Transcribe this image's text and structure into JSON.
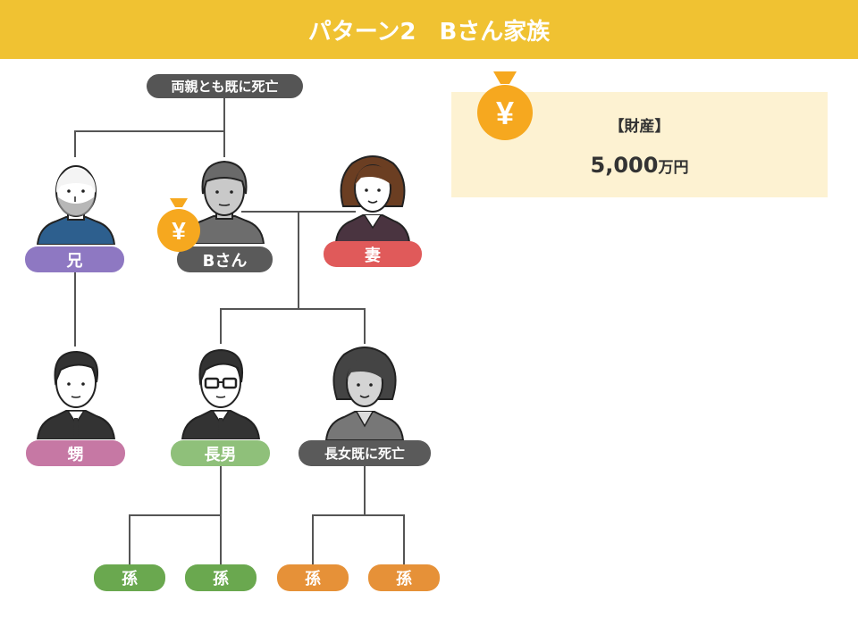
{
  "title": "パターン2　Bさん家族",
  "labels": {
    "parents": "両親とも既に死亡",
    "brother": "兄",
    "b": "Bさん",
    "wife": "妻",
    "nephew": "甥",
    "eldest_son": "長男",
    "eldest_daughter": "長女既に死亡",
    "grandchild_1": "孫",
    "grandchild_2": "孫",
    "grandchild_3": "孫",
    "grandchild_4": "孫"
  },
  "asset": {
    "title": "【財産】",
    "amount": "5,000",
    "unit": "万円",
    "symbol": "¥"
  },
  "colors": {
    "header": "#f0c232",
    "brother": "#8e78c2",
    "b": "#5a5a5a",
    "wife": "#e05a5a",
    "nephew": "#c678a4",
    "son": "#8fc07a",
    "daughter": "#5a5a5a",
    "grandchild_green": "#6aa84f",
    "grandchild_orange": "#e69138",
    "bag": "#f6a81f"
  }
}
